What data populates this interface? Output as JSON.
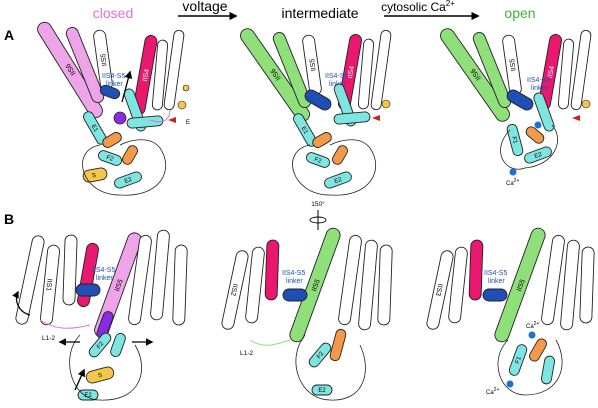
{
  "header": {
    "state_closed": "closed",
    "state_intermediate": "intermediate",
    "state_open": "open",
    "arrow_voltage": "voltage",
    "arrow_calcium_prefix": "cytosolic Ca",
    "arrow_calcium_sup": "2+"
  },
  "panels": {
    "a": "A",
    "b": "B"
  },
  "labels": {
    "linker": "IIS4-S5",
    "linker2": "linker",
    "s6": "IIS6",
    "s5": "IIS5",
    "s4": "IIS4",
    "s3": "IIS3",
    "s2": "IIS2",
    "s1": "IIS1",
    "iiis5": "IIIS5",
    "iiis6": "IIIS6",
    "e1": "E1",
    "f1": "F1",
    "e2": "E2",
    "f2": "F2",
    "sv": "S",
    "sv_sub": "v",
    "l12": "L1-2",
    "ca": "Ca",
    "ca_sup": "2+",
    "rotation": "150°",
    "e_side": "E"
  },
  "colors": {
    "closed": "#e06fd6",
    "open": "#33b833",
    "s6_pink": "#eea4e8",
    "s6_green": "#8fdf7a",
    "magenta": "#e8186e",
    "blue": "#1f4fb5",
    "cyan": "#7fe5e0",
    "orange": "#f39a4a",
    "yellow": "#f3c74a",
    "purple": "#8a2be2",
    "red": "#cc1f1f",
    "calcium": "#1f6fd0"
  }
}
